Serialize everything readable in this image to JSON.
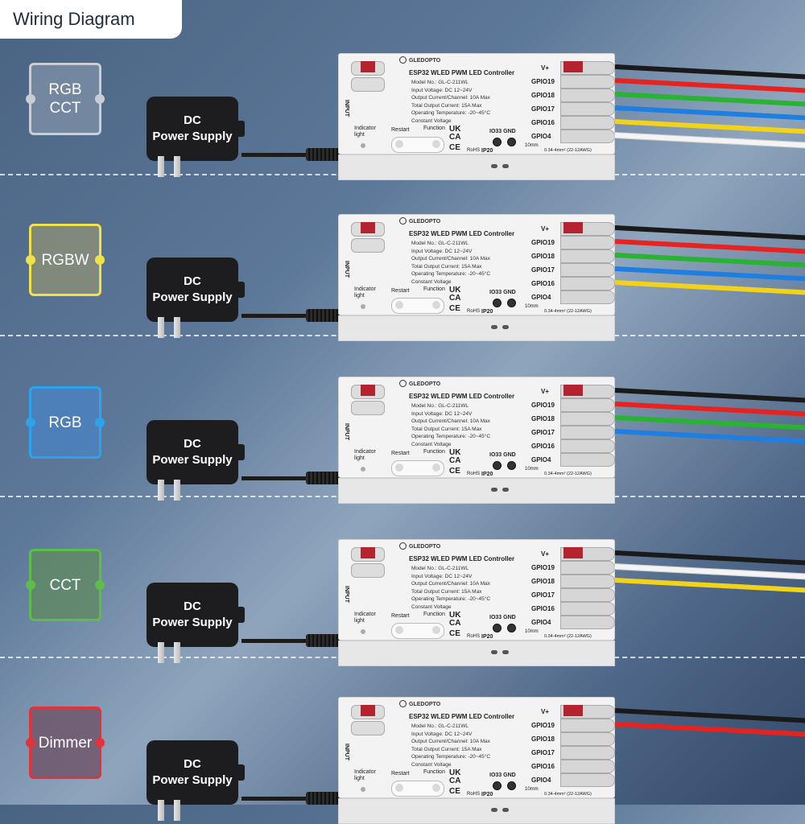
{
  "title": "Wiring Diagram",
  "power_supply": {
    "line1": "DC",
    "line2": "Power Supply"
  },
  "controller": {
    "brand": "GLEDOPTO",
    "product": "ESP32 WLED PWM LED Controller",
    "specs": [
      "Model No.: GL-C-211WL",
      "Input Voltage: DC 12~24V",
      "Output Current/Channel: 10A Max",
      "Total Output Current: 15A Max",
      "Operating Temperature: -20~45°C",
      "Constant Voltage"
    ],
    "input_label": "INPUT",
    "indicator": "Indicator light",
    "restart": "Restart",
    "function": "Function",
    "io_gnd": "IO33 GND",
    "ip": "IP20",
    "rohs": "RoHS",
    "uk": "UK",
    "ca": "CA",
    "ce": "CE",
    "strip": "10mm",
    "awg": "0.34-4mm² (22-12AWG)",
    "terminals": [
      "V+",
      "GPIO19",
      "GPIO18",
      "GPIO17",
      "GPIO16",
      "GPIO4"
    ]
  },
  "modes": [
    {
      "label_line1": "RGB",
      "label_line2": "CCT",
      "border": "#c9cdd4",
      "fill": "#7d8fa6",
      "wires": [
        "#1a1a1a",
        "#e52421",
        "#2ab232",
        "#1e7fe0",
        "#f2d21a",
        "#f4f4f4"
      ]
    },
    {
      "label_line1": "RGBW",
      "label_line2": "",
      "border": "#f0e34a",
      "fill": "#8c8f77",
      "wires": [
        "#1a1a1a",
        "#e52421",
        "#2ab232",
        "#1e7fe0",
        "#f2d21a"
      ]
    },
    {
      "label_line1": "RGB",
      "label_line2": "",
      "border": "#2ea3ec",
      "fill": "#4a83c0",
      "wires": [
        "#1a1a1a",
        "#e52421",
        "#2ab232",
        "#1e7fe0"
      ]
    },
    {
      "label_line1": "CCT",
      "label_line2": "",
      "border": "#5ebc4a",
      "fill": "#5f8a62",
      "wires": [
        "#1a1a1a",
        "#f4f4f4",
        "#f2d21a"
      ]
    },
    {
      "label_line1": "Dimmer",
      "label_line2": "",
      "border": "#e2323a",
      "fill": "#6e5266",
      "wires": [
        "#1a1a1a",
        "#e52421"
      ]
    }
  ]
}
